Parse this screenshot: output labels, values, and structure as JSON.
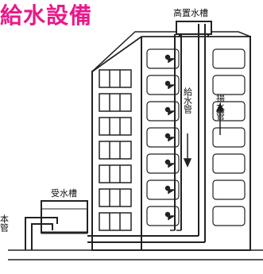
{
  "title": "給水設備",
  "labels": {
    "elevated_tank": "高置水槽",
    "receiving_tank": "受水槽",
    "water_main": "本管",
    "supply_pipe": "給水管",
    "riser_pipe": "揚水管"
  }
}
